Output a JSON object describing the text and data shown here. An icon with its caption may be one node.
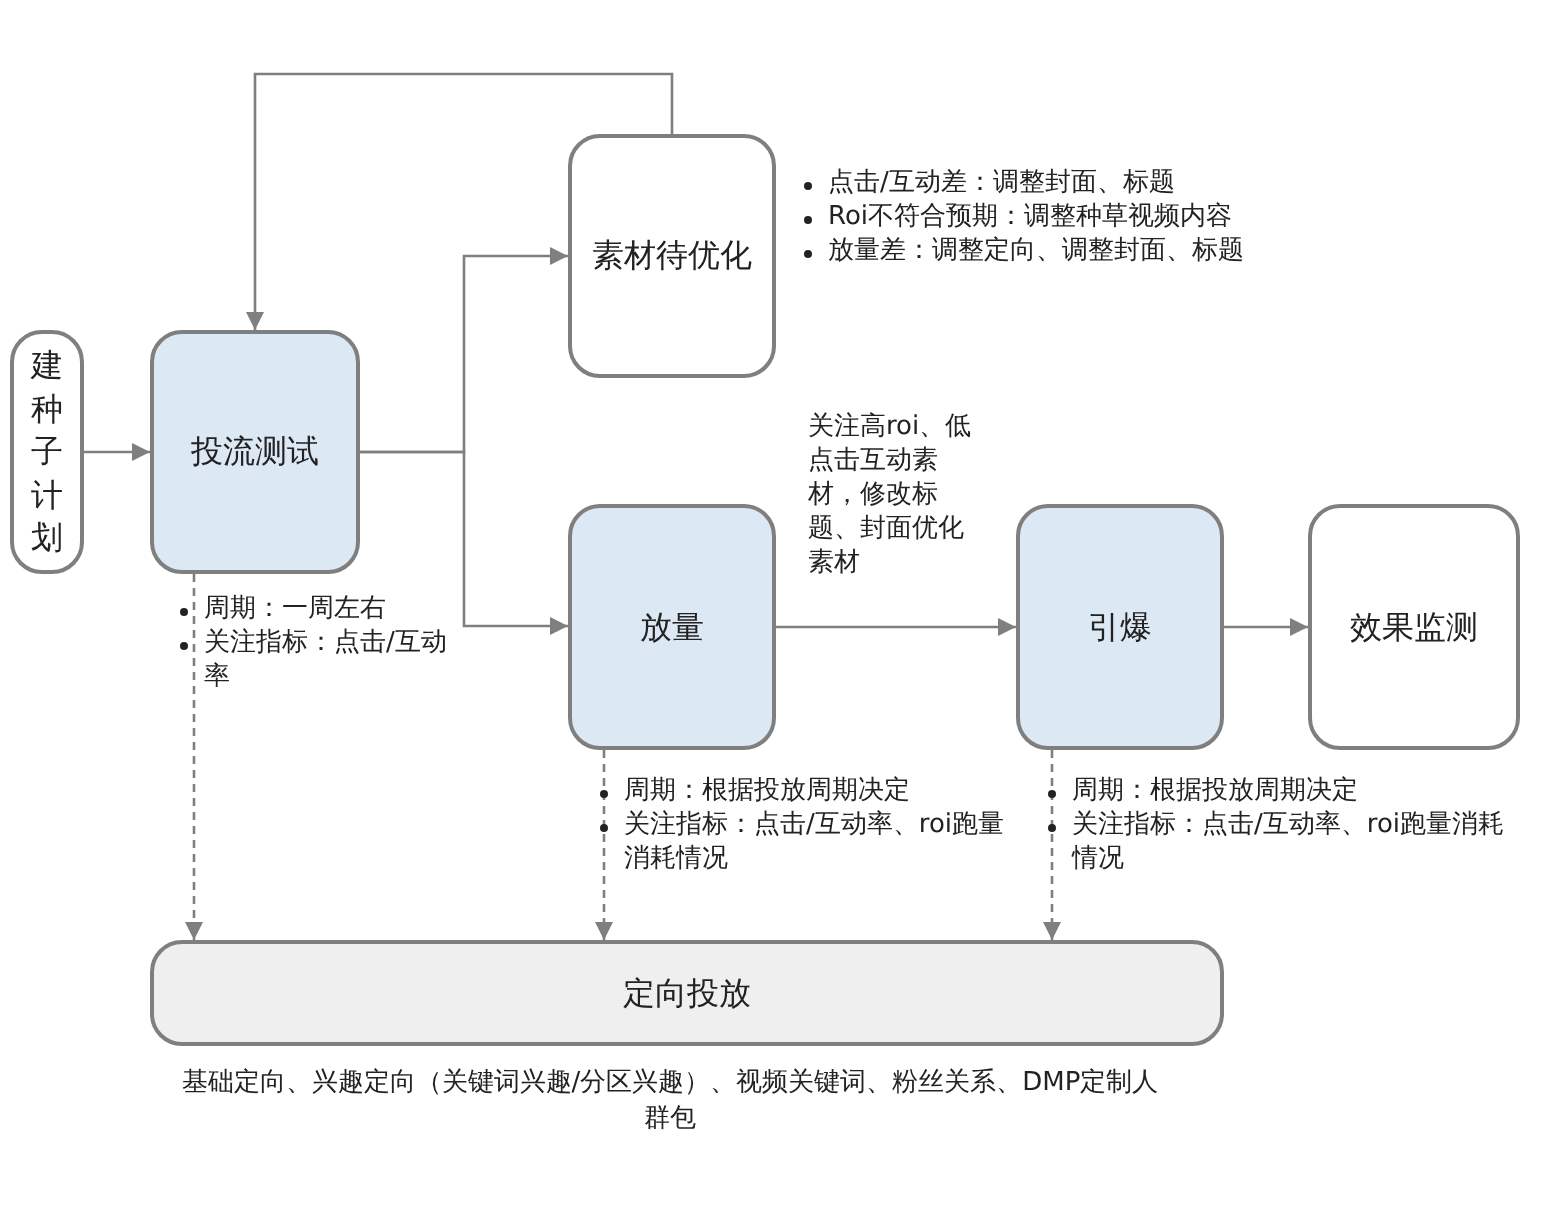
{
  "diagram": {
    "nodes": [
      {
        "text": [
          "建种子计划"
        ]
      },
      {
        "text": [
          "投流测试"
        ],
        "beside": [
          "周期：一周左右",
          "关注指标：点击/互动率"
        ]
      },
      {
        "text": [
          "素材待优化"
        ],
        "beside": [
          "点击/互动差：调整封面、标题",
          "Roi不符合预期：调整种草视频内容",
          "放量差：调整定向、调整封面、标题"
        ]
      },
      {
        "text": [
          "放量"
        ],
        "beside": [
          "周期：根据投放周期决定",
          "关注指标：点击/互动率、roi跑量消耗情况"
        ]
      },
      {
        "text": [
          "引爆"
        ],
        "beside": [
          "周期：根据投放周期决定",
          "关注指标：点击/互动率、roi跑量消耗情况"
        ]
      },
      {
        "text": [
          "效果监测"
        ]
      },
      {
        "text": [
          "定向投放"
        ],
        "beside": [
          "基础定向、兴趣定向（关键词兴趣/分区兴趣）、视频关键词、粉丝关系、DMP定制人群包"
        ]
      }
    ],
    "edges": [
      {
        "from": 0,
        "to": 1,
        "arrow": "to"
      },
      {
        "from": 1,
        "to": 2,
        "arrow": "to"
      },
      {
        "from": 1,
        "to": 3,
        "arrow": "to"
      },
      {
        "from": 2,
        "to": 1,
        "arrow": "to"
      },
      {
        "from": 3,
        "to": 4,
        "arrow": "to",
        "label": "关注高roi、低点击互动素材，修改标题、封面优化素材"
      },
      {
        "from": 4,
        "to": 5,
        "arrow": "to"
      },
      {
        "from": 1,
        "to": 6,
        "arrow": "to",
        "style": "dashed"
      },
      {
        "from": 3,
        "to": 6,
        "arrow": "to",
        "style": "dashed"
      },
      {
        "from": 4,
        "to": 6,
        "arrow": "to",
        "style": "dashed"
      }
    ]
  }
}
